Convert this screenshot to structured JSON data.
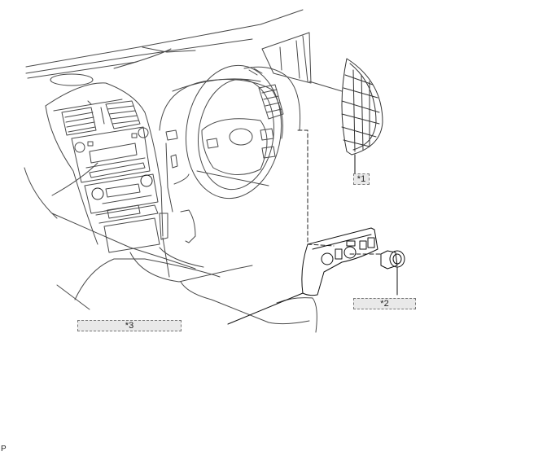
{
  "diagram": {
    "type": "exploded-parts-illustration",
    "subject": "Instrument panel (right-hand drive) with lower left finish panel, switch knob and side vent register",
    "callouts": [
      {
        "id": "1",
        "label": "*1",
        "part_hint": "side air vent register / grille"
      },
      {
        "id": "2",
        "label": "*2",
        "part_hint": "switch knob"
      },
      {
        "id": "3",
        "label": "*3",
        "part_hint": "lower finish panel with switches"
      }
    ],
    "figure_code": "P",
    "colors": {
      "line": "#4a4a4a",
      "dark_line": "#111111",
      "callout_fill": "#e9e9e9",
      "callout_border": "#777777",
      "background": "#ffffff"
    }
  }
}
